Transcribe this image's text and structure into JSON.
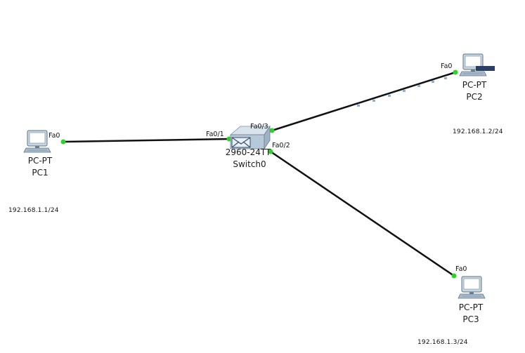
{
  "devices": {
    "pc1": {
      "type": "PC-PT",
      "name": "PC1",
      "port": "Fa0",
      "ip": "192.168.1.1/24"
    },
    "pc2": {
      "type": "PC-PT",
      "name": "PC2",
      "port": "Fa0",
      "ip": "192.168.1.2/24"
    },
    "pc3": {
      "type": "PC-PT",
      "name": "PC3",
      "port": "Fa0",
      "ip": "192.168.1.3/24"
    },
    "switch0": {
      "model": "2960-24TT",
      "name": "Switch0",
      "ports": {
        "to_pc1": "Fa0/1",
        "to_pc2": "Fa0/3",
        "to_pc3": "Fa0/2"
      }
    }
  },
  "colors": {
    "link": "#111111",
    "link_up": "#2fd12f",
    "packet_dots": "#8fb0d0"
  }
}
